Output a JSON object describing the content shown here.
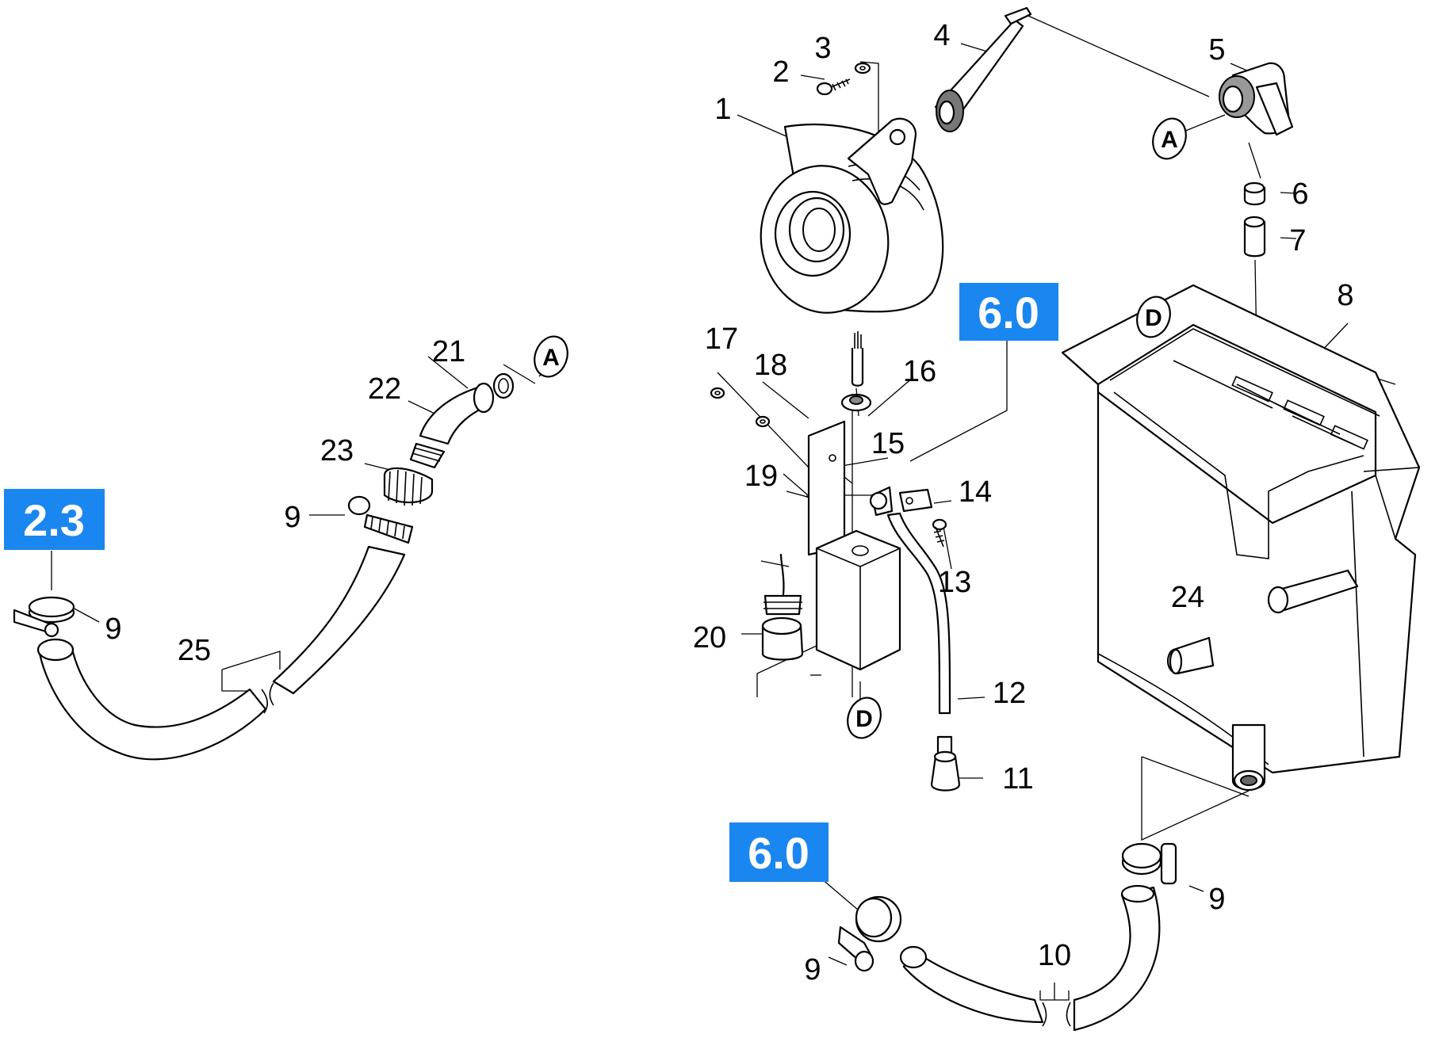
{
  "callouts": [
    {
      "id": "c1",
      "text": "1"
    },
    {
      "id": "c2",
      "text": "2"
    },
    {
      "id": "c3",
      "text": "3"
    },
    {
      "id": "c4",
      "text": "4"
    },
    {
      "id": "c5",
      "text": "5"
    },
    {
      "id": "c6",
      "text": "6"
    },
    {
      "id": "c7",
      "text": "7"
    },
    {
      "id": "c8",
      "text": "8"
    },
    {
      "id": "c9a",
      "text": "9"
    },
    {
      "id": "c9b",
      "text": "9"
    },
    {
      "id": "c9c",
      "text": "9"
    },
    {
      "id": "c9d",
      "text": "9"
    },
    {
      "id": "c10",
      "text": "10"
    },
    {
      "id": "c11",
      "text": "11"
    },
    {
      "id": "c12",
      "text": "12"
    },
    {
      "id": "c13",
      "text": "13"
    },
    {
      "id": "c14",
      "text": "14"
    },
    {
      "id": "c15",
      "text": "15"
    },
    {
      "id": "c16",
      "text": "16"
    },
    {
      "id": "c17",
      "text": "17"
    },
    {
      "id": "c18",
      "text": "18"
    },
    {
      "id": "c19",
      "text": "19"
    },
    {
      "id": "c20",
      "text": "20"
    },
    {
      "id": "c21",
      "text": "21"
    },
    {
      "id": "c22",
      "text": "22"
    },
    {
      "id": "c23",
      "text": "23"
    },
    {
      "id": "c24",
      "text": "24"
    },
    {
      "id": "c25",
      "text": "25"
    }
  ],
  "references": [
    {
      "id": "r1",
      "text": "2.3"
    },
    {
      "id": "r2",
      "text": "6.0"
    },
    {
      "id": "r3",
      "text": "6.0"
    }
  ],
  "markers": [
    {
      "id": "m1",
      "text": "A"
    },
    {
      "id": "m2",
      "text": "A"
    },
    {
      "id": "m3",
      "text": "D"
    },
    {
      "id": "m4",
      "text": "D"
    }
  ],
  "colors": {
    "reference_box": "#1a86f0",
    "reference_text": "#ffffff",
    "line_art": "#000000"
  }
}
